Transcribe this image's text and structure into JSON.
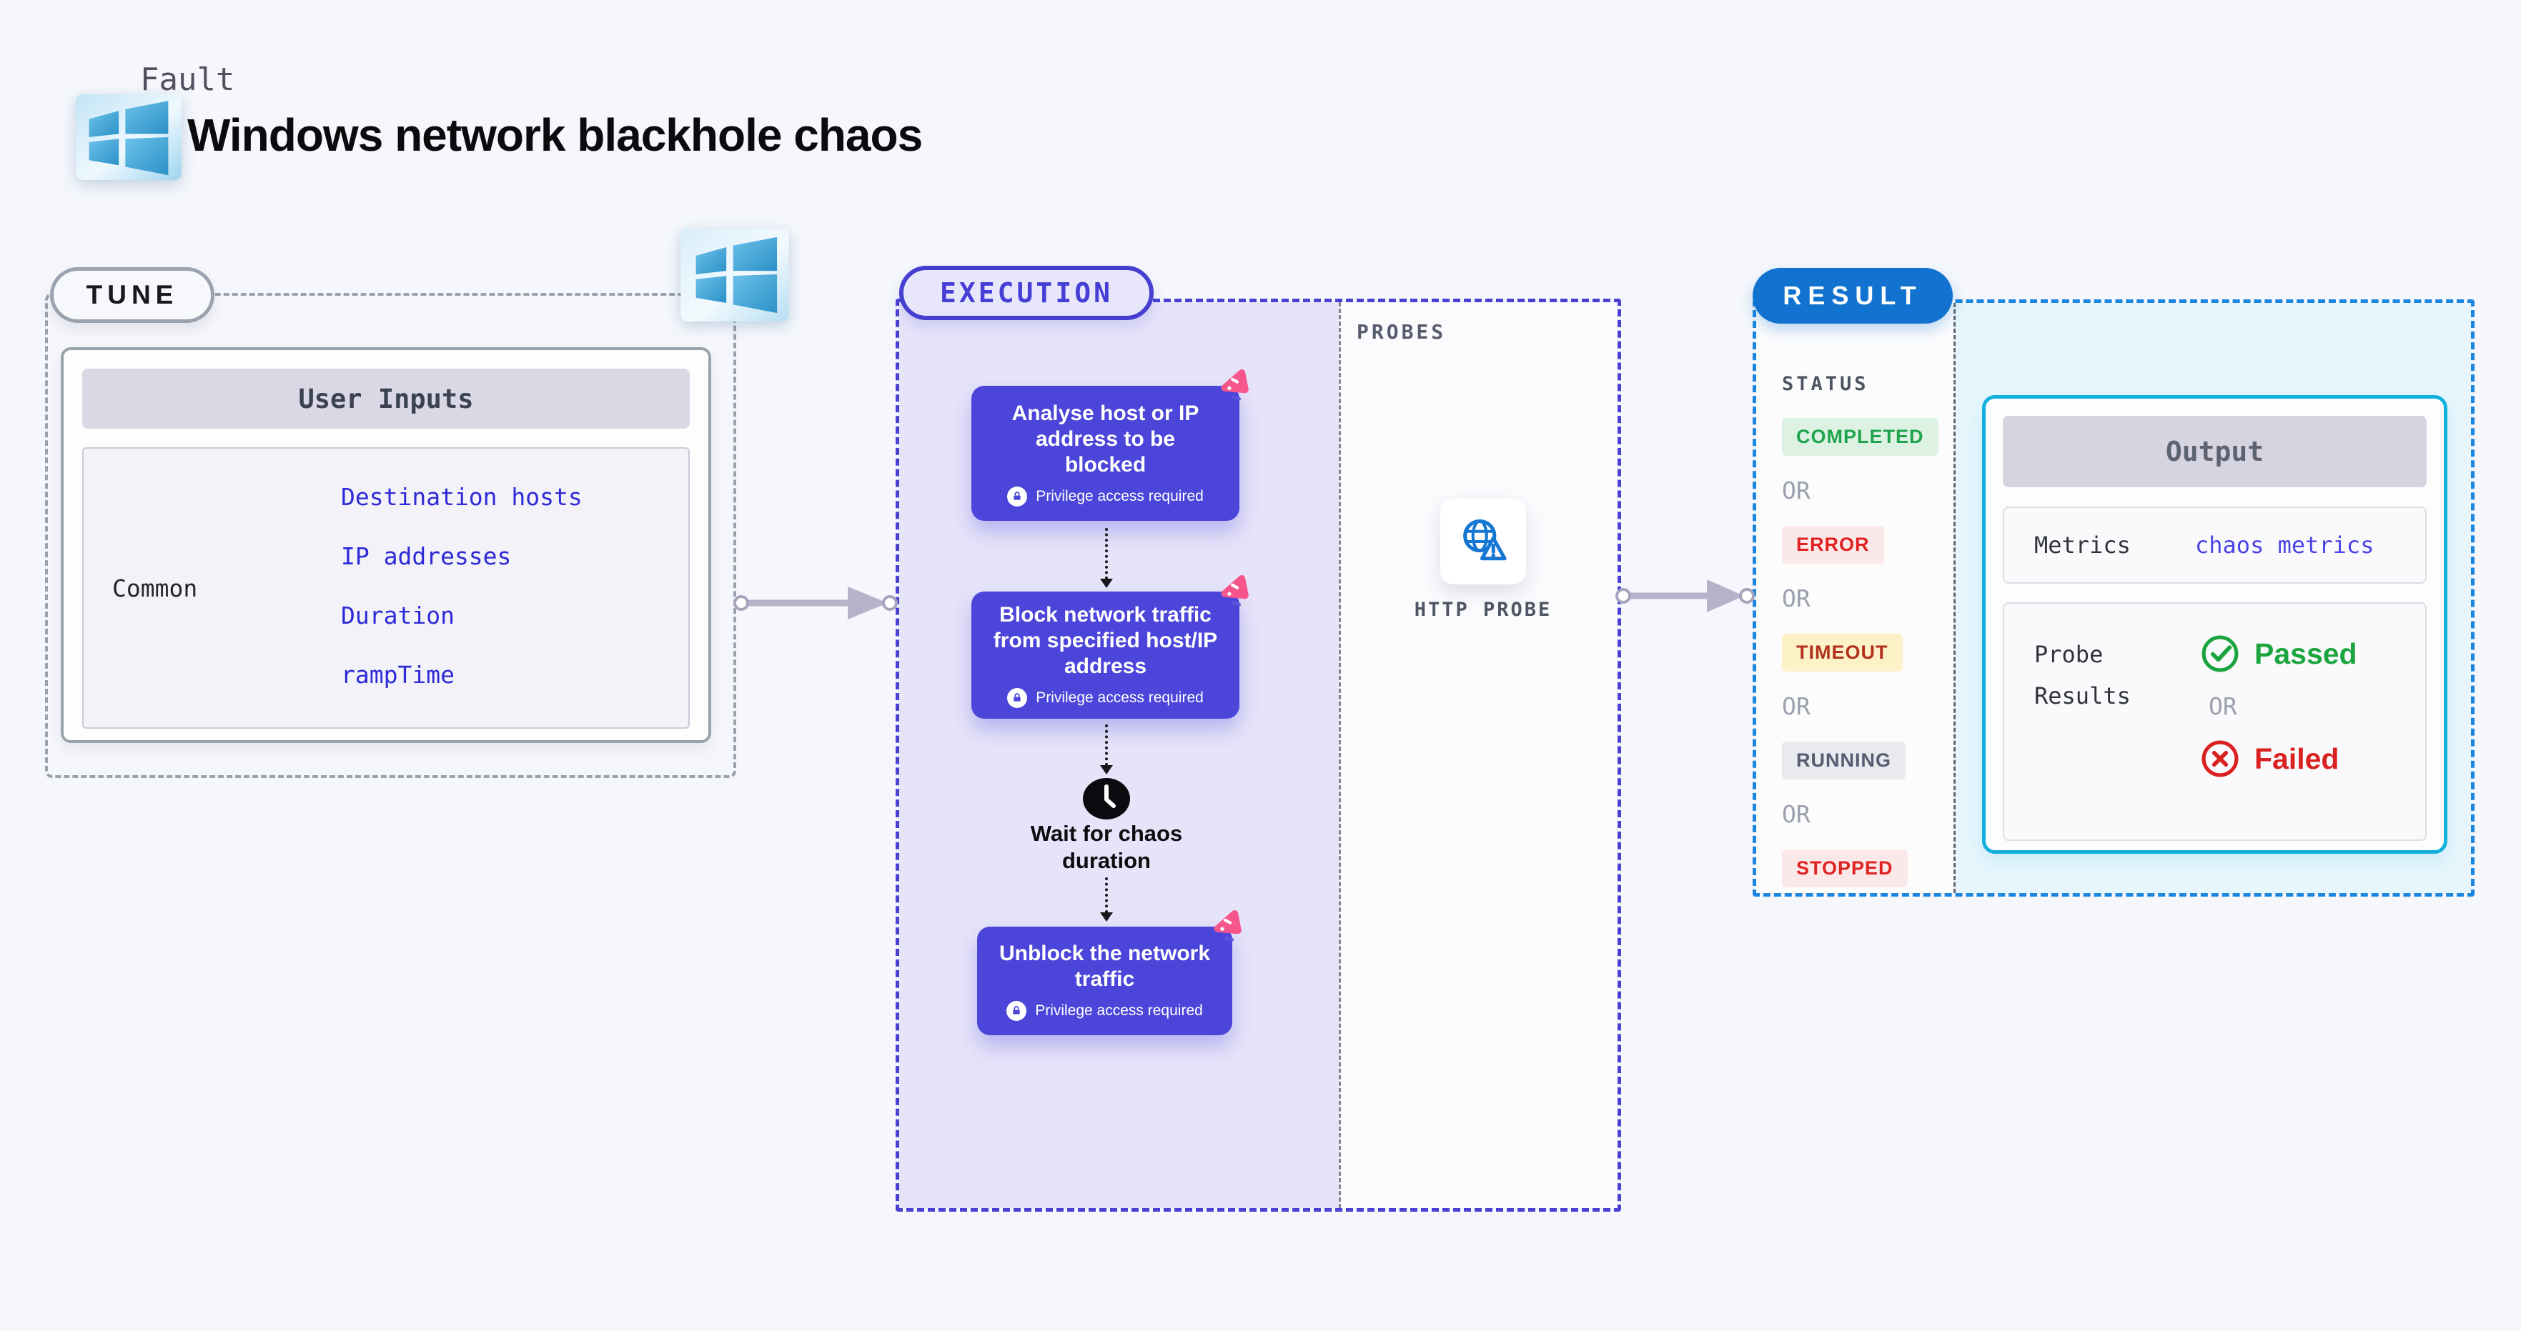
{
  "header": {
    "fault_label": "Fault",
    "title": "Windows network blackhole chaos"
  },
  "tune": {
    "label": "TUNE",
    "table": {
      "title": "User Inputs",
      "row_label": "Common",
      "links": [
        "Destination hosts",
        "IP addresses",
        "Duration",
        "rampTime"
      ]
    }
  },
  "execution": {
    "label": "EXECUTION",
    "steps": {
      "analyse": {
        "title": "Analyse host or IP\naddress to be\nblocked",
        "badge": "Privilege access required"
      },
      "block": {
        "title": "Block network traffic\nfrom specified host/IP\naddress",
        "badge": "Privilege access required"
      },
      "wait": {
        "title": "Wait for chaos\nduration"
      },
      "unblock": {
        "title": "Unblock the network\ntraffic",
        "badge": "Privilege access required"
      }
    }
  },
  "probes": {
    "label": "PROBES",
    "probe_name": "HTTP PROBE"
  },
  "result": {
    "label": "RESULT",
    "status_title": "STATUS",
    "or": "OR",
    "statuses": [
      {
        "text": "COMPLETED"
      },
      {
        "text": "ERROR"
      },
      {
        "text": "TIMEOUT"
      },
      {
        "text": "RUNNING"
      },
      {
        "text": "STOPPED"
      }
    ],
    "output": {
      "title": "Output",
      "metrics_label": "Metrics",
      "metrics_link": "chaos metrics",
      "probe_results_label": "Probe Results",
      "passed": "Passed",
      "or": "OR",
      "failed": "Failed"
    }
  },
  "colors": {
    "page_bg": "#f5f7fc",
    "execution_accent": "#463fd6",
    "execution_panel_bg": "#e6e4f9",
    "step_box_bg": "#4b45d9",
    "result_accent": "#1173cf",
    "result_dash": "#1b86e0",
    "output_border": "#12b0dd",
    "tune_link": "#2e2ad8",
    "metrics_link": "#4a43e6",
    "passed_green": "#1ca53e",
    "failed_red": "#da2121",
    "chaos_pink": "#f7568c",
    "windows_blue": "#2f9ad0",
    "probe_icon_blue": "#1577d2"
  },
  "icons": [
    "windows-icon",
    "chaos-pink-icon",
    "lock-icon",
    "clock-icon",
    "globe-warning-icon",
    "check-circle-icon",
    "x-circle-icon",
    "arrow-right-icon"
  ]
}
